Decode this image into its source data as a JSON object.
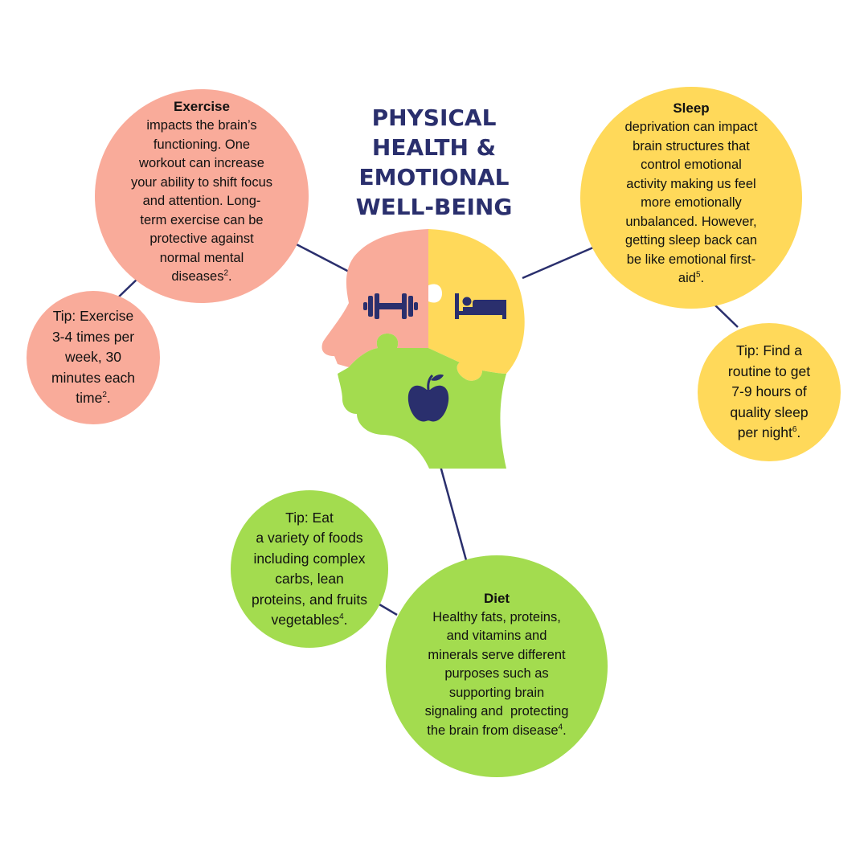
{
  "title": {
    "line1": "PHYSICAL",
    "line2": "HEALTH &",
    "line3": "EMOTIONAL",
    "line4": "WELL-BEING"
  },
  "colors": {
    "exercise": "#f9ab9a",
    "sleep": "#ffd95a",
    "diet": "#a3dc4f",
    "navy": "#2a2f6d"
  },
  "icons": {
    "exercise": "dumbbell-icon",
    "sleep": "bed-icon",
    "diet": "apple-icon"
  },
  "exercise": {
    "heading": "Exercise",
    "lines": [
      "impacts the brain’s",
      "functioning. One",
      "workout can increase",
      "your ability to shift focus",
      "and attention. Long-",
      "term exercise can be",
      "protective against",
      "normal mental"
    ],
    "last_line": "diseases",
    "ref": "2",
    "end": "."
  },
  "exercise_tip": {
    "lines": [
      "Tip: Exercise",
      "3-4 times per",
      "week, 30",
      "minutes each"
    ],
    "last_line": "time",
    "ref": "2",
    "end": "."
  },
  "sleep": {
    "heading": "Sleep",
    "lines": [
      "deprivation can impact",
      "brain structures that",
      "control emotional",
      "activity making us feel",
      "more emotionally",
      "unbalanced. However,",
      "getting sleep back can",
      "be like emotional first-"
    ],
    "last_line": "aid",
    "ref": "5",
    "end": "."
  },
  "sleep_tip": {
    "lines": [
      "Tip: Find a",
      "routine to get",
      "7-9 hours of",
      "quality sleep"
    ],
    "last_line": "per night",
    "ref": "6",
    "end": "."
  },
  "diet": {
    "heading": "Diet",
    "lines": [
      "Healthy fats, proteins,",
      "and vitamins and",
      "minerals serve different",
      "purposes such as",
      "supporting brain",
      "signaling and  protecting"
    ],
    "last_line": "the brain from disease",
    "ref": "4",
    "end": "."
  },
  "diet_tip": {
    "lines": [
      "Tip: Eat",
      "a variety of foods",
      "including complex",
      "carbs, lean",
      "proteins, and fruits"
    ],
    "last_line": "vegetables",
    "ref": "4",
    "end": "."
  }
}
